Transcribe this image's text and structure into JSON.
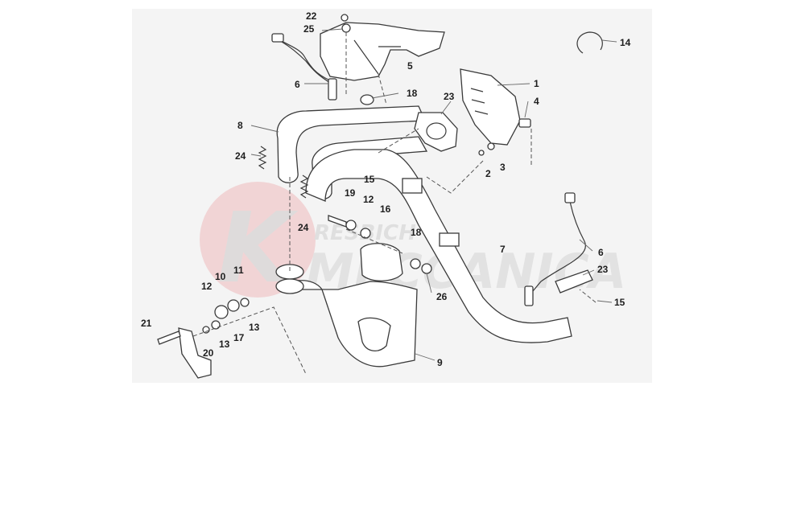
{
  "watermark": {
    "line1": "RESBICH",
    "line2": "MECCANICA",
    "logo_letter": "K",
    "accent_color": "#e5585e"
  },
  "callouts": {
    "c22": "22",
    "c25": "25",
    "c5": "5",
    "c6a": "6",
    "c18a": "18",
    "c8": "8",
    "c24a": "24",
    "c23a": "23",
    "c1": "1",
    "c4": "4",
    "c2": "2",
    "c3": "3",
    "c14": "14",
    "c15a": "15",
    "c19": "19",
    "c12a": "12",
    "c16": "16",
    "c24b": "24",
    "c18b": "18",
    "c7": "7",
    "c6b": "6",
    "c23b": "23",
    "c15b": "15",
    "c26": "26",
    "c11": "11",
    "c10": "10",
    "c12b": "12",
    "c13a": "13",
    "c17": "17",
    "c13b": "13",
    "c21": "21",
    "c20": "20",
    "c9": "9"
  }
}
